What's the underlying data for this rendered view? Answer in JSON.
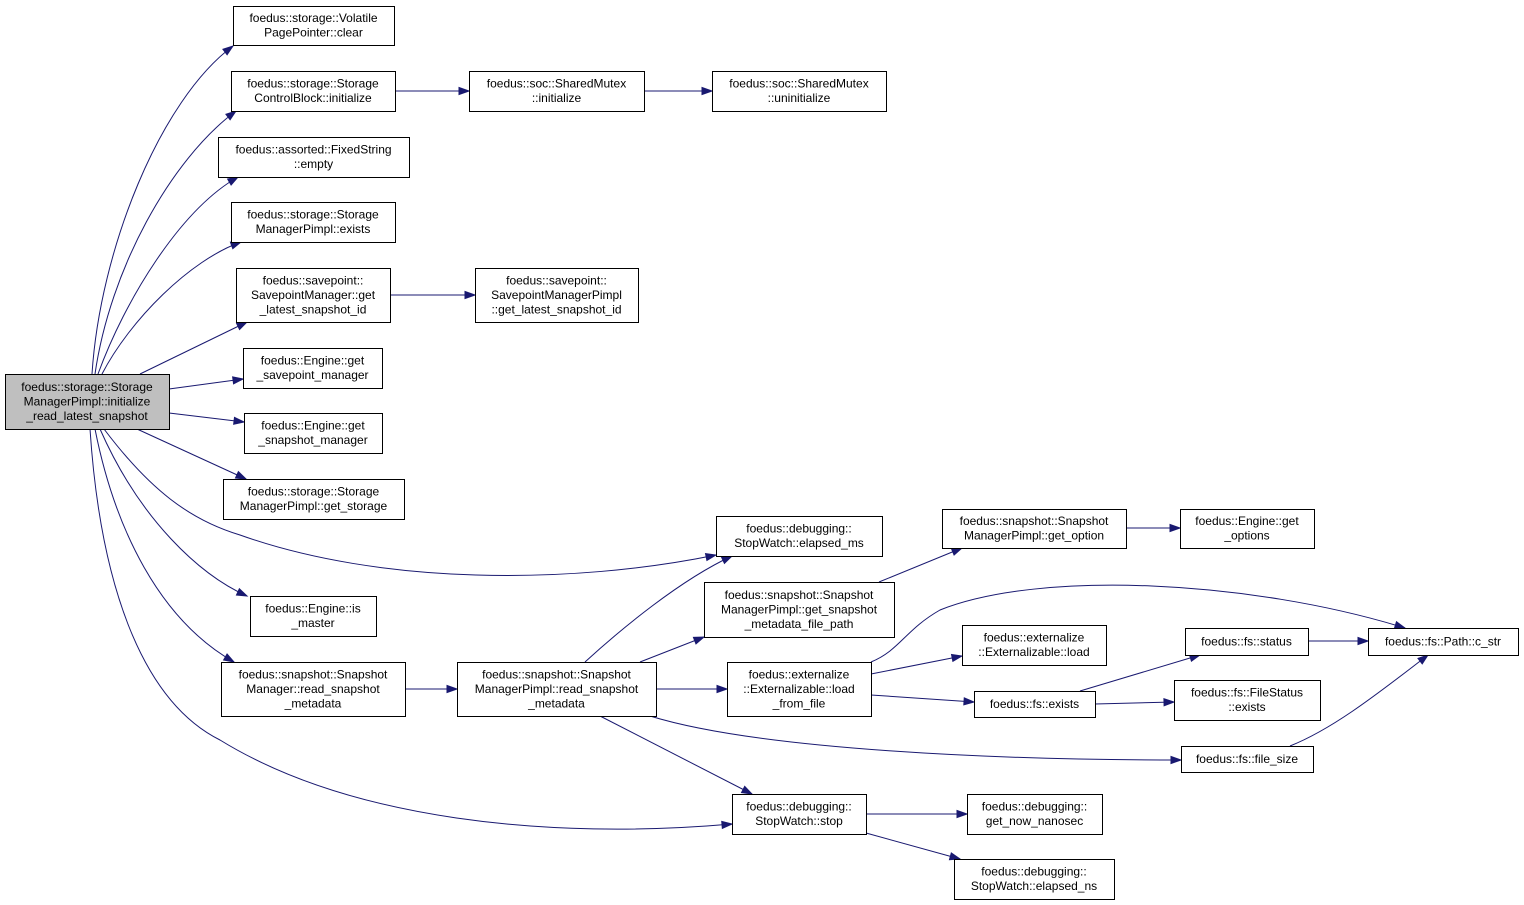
{
  "diagram": {
    "root": "n0",
    "colors": {
      "edge": "#191970",
      "root_fill": "#bfbfbf",
      "node_fill": "#ffffff",
      "node_border": "#000000"
    },
    "nodes": [
      {
        "id": "n0",
        "lines": [
          "foedus::storage::Storage",
          "ManagerPimpl::initialize",
          "_read_latest_snapshot"
        ]
      },
      {
        "id": "n1",
        "lines": [
          "foedus::storage::Volatile",
          "PagePointer::clear"
        ]
      },
      {
        "id": "n2",
        "lines": [
          "foedus::storage::Storage",
          "ControlBlock::initialize"
        ]
      },
      {
        "id": "n3",
        "lines": [
          "foedus::soc::SharedMutex",
          "::initialize"
        ]
      },
      {
        "id": "n4",
        "lines": [
          "foedus::soc::SharedMutex",
          "::uninitialize"
        ]
      },
      {
        "id": "n5",
        "lines": [
          "foedus::assorted::FixedString",
          "::empty"
        ]
      },
      {
        "id": "n6",
        "lines": [
          "foedus::storage::Storage",
          "ManagerPimpl::exists"
        ]
      },
      {
        "id": "n7",
        "lines": [
          "foedus::savepoint::",
          "SavepointManager::get",
          "_latest_snapshot_id"
        ]
      },
      {
        "id": "n8",
        "lines": [
          "foedus::savepoint::",
          "SavepointManagerPimpl",
          "::get_latest_snapshot_id"
        ]
      },
      {
        "id": "n9",
        "lines": [
          "foedus::Engine::get",
          "_savepoint_manager"
        ]
      },
      {
        "id": "n10",
        "lines": [
          "foedus::Engine::get",
          "_snapshot_manager"
        ]
      },
      {
        "id": "n11",
        "lines": [
          "foedus::storage::Storage",
          "ManagerPimpl::get_storage"
        ]
      },
      {
        "id": "n12",
        "lines": [
          "foedus::debugging::",
          "StopWatch::elapsed_ms"
        ]
      },
      {
        "id": "n13",
        "lines": [
          "foedus::snapshot::Snapshot",
          "ManagerPimpl::get_option"
        ]
      },
      {
        "id": "n14",
        "lines": [
          "foedus::Engine::get",
          "_options"
        ]
      },
      {
        "id": "n15",
        "lines": [
          "foedus::snapshot::Snapshot",
          "ManagerPimpl::get_snapshot",
          "_metadata_file_path"
        ]
      },
      {
        "id": "n16",
        "lines": [
          "foedus::Engine::is",
          "_master"
        ]
      },
      {
        "id": "n17",
        "lines": [
          "foedus::externalize",
          "::Externalizable::load"
        ]
      },
      {
        "id": "n18",
        "lines": [
          "foedus::fs::status"
        ]
      },
      {
        "id": "n19",
        "lines": [
          "foedus::fs::Path::c_str"
        ]
      },
      {
        "id": "n20",
        "lines": [
          "foedus::snapshot::Snapshot",
          "Manager::read_snapshot",
          "_metadata"
        ]
      },
      {
        "id": "n21",
        "lines": [
          "foedus::snapshot::Snapshot",
          "ManagerPimpl::read_snapshot",
          "_metadata"
        ]
      },
      {
        "id": "n22",
        "lines": [
          "foedus::externalize",
          "::Externalizable::load",
          "_from_file"
        ]
      },
      {
        "id": "n23",
        "lines": [
          "foedus::fs::FileStatus",
          "::exists"
        ]
      },
      {
        "id": "n24",
        "lines": [
          "foedus::fs::exists"
        ]
      },
      {
        "id": "n25",
        "lines": [
          "foedus::fs::file_size"
        ]
      },
      {
        "id": "n26",
        "lines": [
          "foedus::debugging::",
          "StopWatch::stop"
        ]
      },
      {
        "id": "n27",
        "lines": [
          "foedus::debugging::",
          "get_now_nanosec"
        ]
      },
      {
        "id": "n28",
        "lines": [
          "foedus::debugging::",
          "StopWatch::elapsed_ns"
        ]
      }
    ],
    "edges": [
      {
        "from": "n0",
        "to": "n1"
      },
      {
        "from": "n0",
        "to": "n2"
      },
      {
        "from": "n2",
        "to": "n3"
      },
      {
        "from": "n3",
        "to": "n4"
      },
      {
        "from": "n0",
        "to": "n5"
      },
      {
        "from": "n0",
        "to": "n6"
      },
      {
        "from": "n0",
        "to": "n7"
      },
      {
        "from": "n7",
        "to": "n8"
      },
      {
        "from": "n0",
        "to": "n9"
      },
      {
        "from": "n0",
        "to": "n10"
      },
      {
        "from": "n0",
        "to": "n11"
      },
      {
        "from": "n0",
        "to": "n12"
      },
      {
        "from": "n0",
        "to": "n16"
      },
      {
        "from": "n0",
        "to": "n20"
      },
      {
        "from": "n0",
        "to": "n26"
      },
      {
        "from": "n20",
        "to": "n21"
      },
      {
        "from": "n21",
        "to": "n12"
      },
      {
        "from": "n21",
        "to": "n15"
      },
      {
        "from": "n21",
        "to": "n22"
      },
      {
        "from": "n21",
        "to": "n25"
      },
      {
        "from": "n21",
        "to": "n26"
      },
      {
        "from": "n15",
        "to": "n13"
      },
      {
        "from": "n13",
        "to": "n14"
      },
      {
        "from": "n22",
        "to": "n17"
      },
      {
        "from": "n22",
        "to": "n24"
      },
      {
        "from": "n22",
        "to": "n19"
      },
      {
        "from": "n24",
        "to": "n18"
      },
      {
        "from": "n24",
        "to": "n23"
      },
      {
        "from": "n18",
        "to": "n19"
      },
      {
        "from": "n25",
        "to": "n19"
      },
      {
        "from": "n26",
        "to": "n27"
      },
      {
        "from": "n26",
        "to": "n28"
      }
    ]
  }
}
